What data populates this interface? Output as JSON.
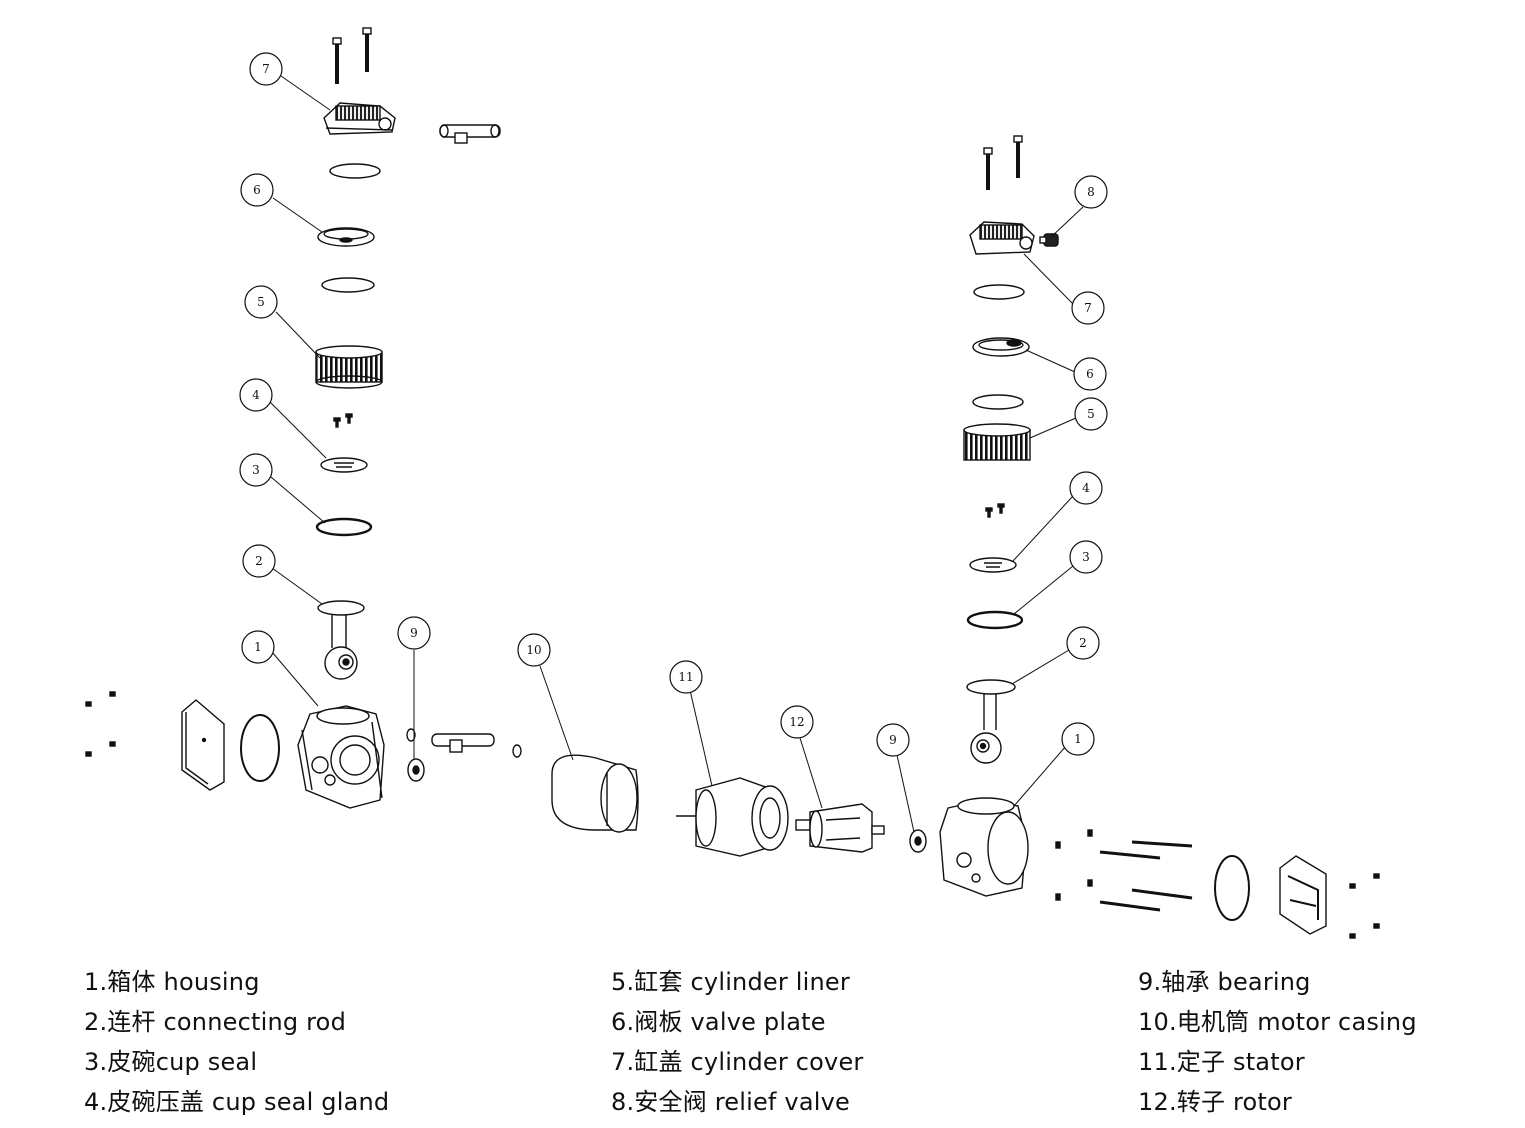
{
  "callouts": {
    "left": {
      "c7": "7",
      "c6": "6",
      "c5": "5",
      "c4": "4",
      "c3": "3",
      "c2": "2",
      "c1": "1",
      "c9": "9"
    },
    "center": {
      "c10": "10",
      "c11": "11",
      "c12": "12"
    },
    "right": {
      "c8": "8",
      "c7": "7",
      "c6": "6",
      "c5": "5",
      "c4": "4",
      "c3": "3",
      "c2": "2",
      "c1": "1",
      "c9": "9"
    }
  },
  "legend": {
    "col1": [
      "1.箱体 housing",
      "2.连杆 connecting rod",
      "3.皮碗cup seal",
      "4.皮碗压盖 cup seal gland"
    ],
    "col2": [
      "5.缸套 cylinder liner",
      "6.阀板 valve plate",
      "7.缸盖 cylinder cover",
      "8.安全阀 relief valve"
    ],
    "col3": [
      "9.轴承 bearing",
      "10.电机筒 motor casing",
      "11.定子 stator",
      "12.转子 rotor"
    ]
  }
}
